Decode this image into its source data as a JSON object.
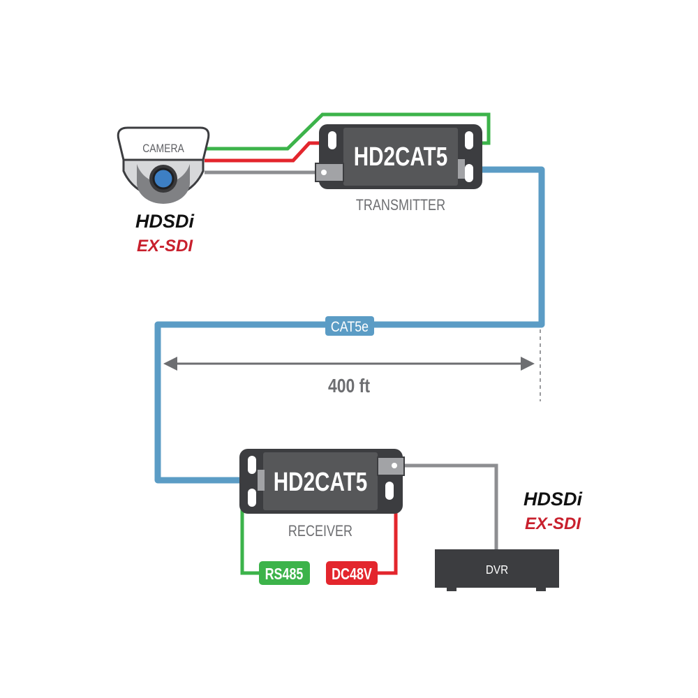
{
  "camera": {
    "label": "CAMERA"
  },
  "transmitter": {
    "title": "HD2CAT5",
    "caption": "TRANSMITTER"
  },
  "receiver": {
    "title": "HD2CAT5",
    "caption": "RECEIVER"
  },
  "cable": {
    "label": "CAT5e",
    "distance": "400 ft"
  },
  "ports": {
    "rs485": "RS485",
    "power": "DC48V"
  },
  "dvr": {
    "label": "DVR"
  },
  "logos": {
    "hdsdi": "HDSDi",
    "exsdi": "EX-SDI"
  },
  "colors": {
    "green": "#3cb34a",
    "red": "#e3262d",
    "blue": "#5b9cc5",
    "gray_wire": "#8d8e91",
    "device_body": "#3c3d40",
    "device_face": "#565759",
    "text_gray": "#6d6e71"
  }
}
